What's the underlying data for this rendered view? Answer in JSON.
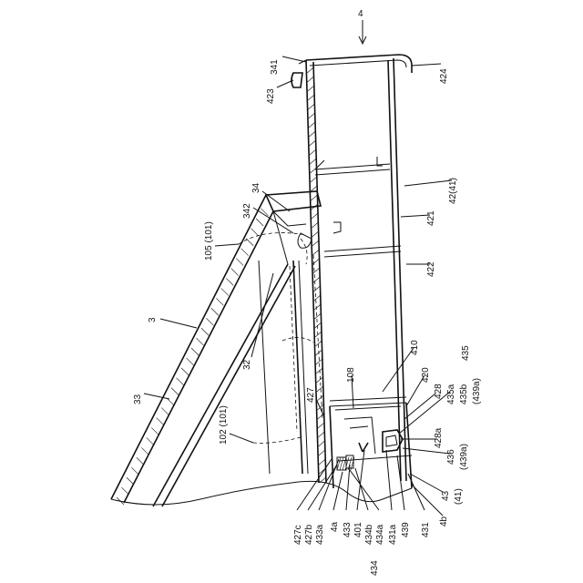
{
  "figure": {
    "ref_numerals": {
      "n4": "4",
      "n341": "341",
      "n424": "424",
      "n423": "423",
      "n42_41": "42(41)",
      "n421": "421",
      "n422": "422",
      "n34": "34",
      "n342": "342",
      "n105_101": "105 (101)",
      "n3": "3",
      "n32": "32",
      "n33": "33",
      "n102_101": "102 (101)",
      "n427": "427",
      "n108": "108",
      "n410": "410",
      "n420": "420",
      "n428": "428",
      "n435": "435",
      "n435a": "435a",
      "n435b": "435b",
      "n439a_1": "(439a)",
      "n428a": "428a",
      "n436": "436",
      "n439a_2": "(439a)",
      "n43": "43",
      "n41": "(41)",
      "n4b": "4b",
      "n427c": "427c",
      "n427b": "427b",
      "n433a": "433a",
      "n4a": "4a",
      "n433": "433",
      "n401": "401",
      "n434b": "434b",
      "n434a": "434a",
      "n431a": "431a",
      "n439": "439",
      "n431": "431",
      "n434": "434"
    }
  }
}
